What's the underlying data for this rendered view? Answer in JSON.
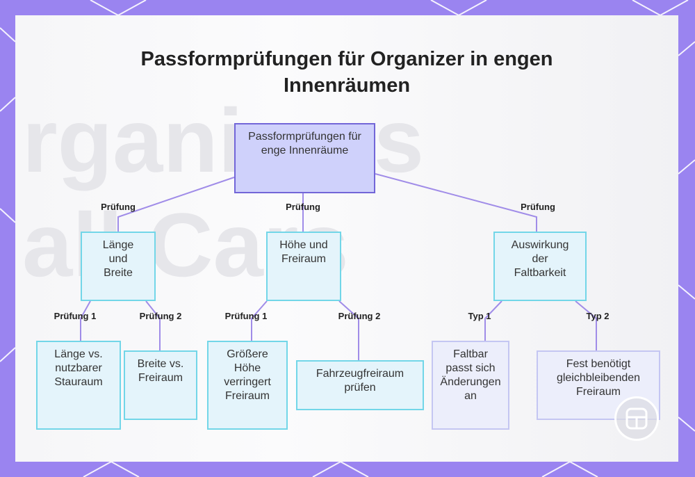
{
  "title": "Passformprüfungen für Organizer in engen Innenräumen",
  "watermark": "rganizers\nall Cars",
  "diagram": {
    "root": {
      "label": "Passformprüfungen für enge Innenräume"
    },
    "level1": [
      {
        "label": "Länge und Breite",
        "edge_label": "Prüfung"
      },
      {
        "label": "Höhe und Freiraum",
        "edge_label": "Prüfung"
      },
      {
        "label": "Auswirkung der Faltbarkeit",
        "edge_label": "Prüfung"
      }
    ],
    "level2": [
      {
        "label": "Länge vs. nutzbarer Stauraum",
        "edge_label": "Prüfung 1",
        "parent": 0
      },
      {
        "label": "Breite vs. Freiraum",
        "edge_label": "Prüfung 2",
        "parent": 0
      },
      {
        "label": "Größere Höhe verringert Freiraum",
        "edge_label": "Prüfung 1",
        "parent": 1
      },
      {
        "label": "Fahrzeugfreiraum prüfen",
        "edge_label": "Prüfung 2",
        "parent": 1
      },
      {
        "label": "Faltbar passt sich Änderungen an",
        "edge_label": "Typ 1",
        "parent": 2
      },
      {
        "label": "Fest benötigt gleichbleibenden Freiraum",
        "edge_label": "Typ 2",
        "parent": 2
      }
    ]
  },
  "colors": {
    "background": "#9a84f0",
    "root_fill": "#cfd1fb",
    "root_border": "#7266d8",
    "cyan_fill": "#e4f4fb",
    "cyan_border": "#72d6e8",
    "lavender_fill": "#eceefb",
    "lavender_border": "#c4c6f2",
    "connector": "#a08ce8"
  }
}
